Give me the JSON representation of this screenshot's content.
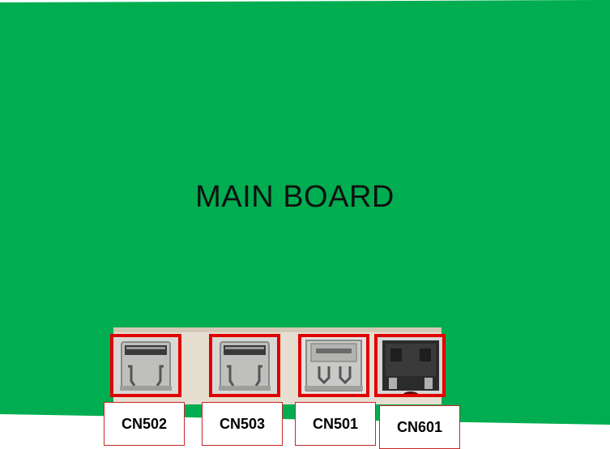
{
  "board": {
    "title": "MAIN BOARD",
    "color": "#00ad50"
  },
  "highlight_color": "#e00000",
  "connectors": [
    {
      "label": "CN502",
      "kind": "hdmi-port"
    },
    {
      "label": "CN503",
      "kind": "hdmi-port"
    },
    {
      "label": "CN501",
      "kind": "displayport-port"
    },
    {
      "label": "CN601",
      "kind": "audio-jack"
    }
  ]
}
